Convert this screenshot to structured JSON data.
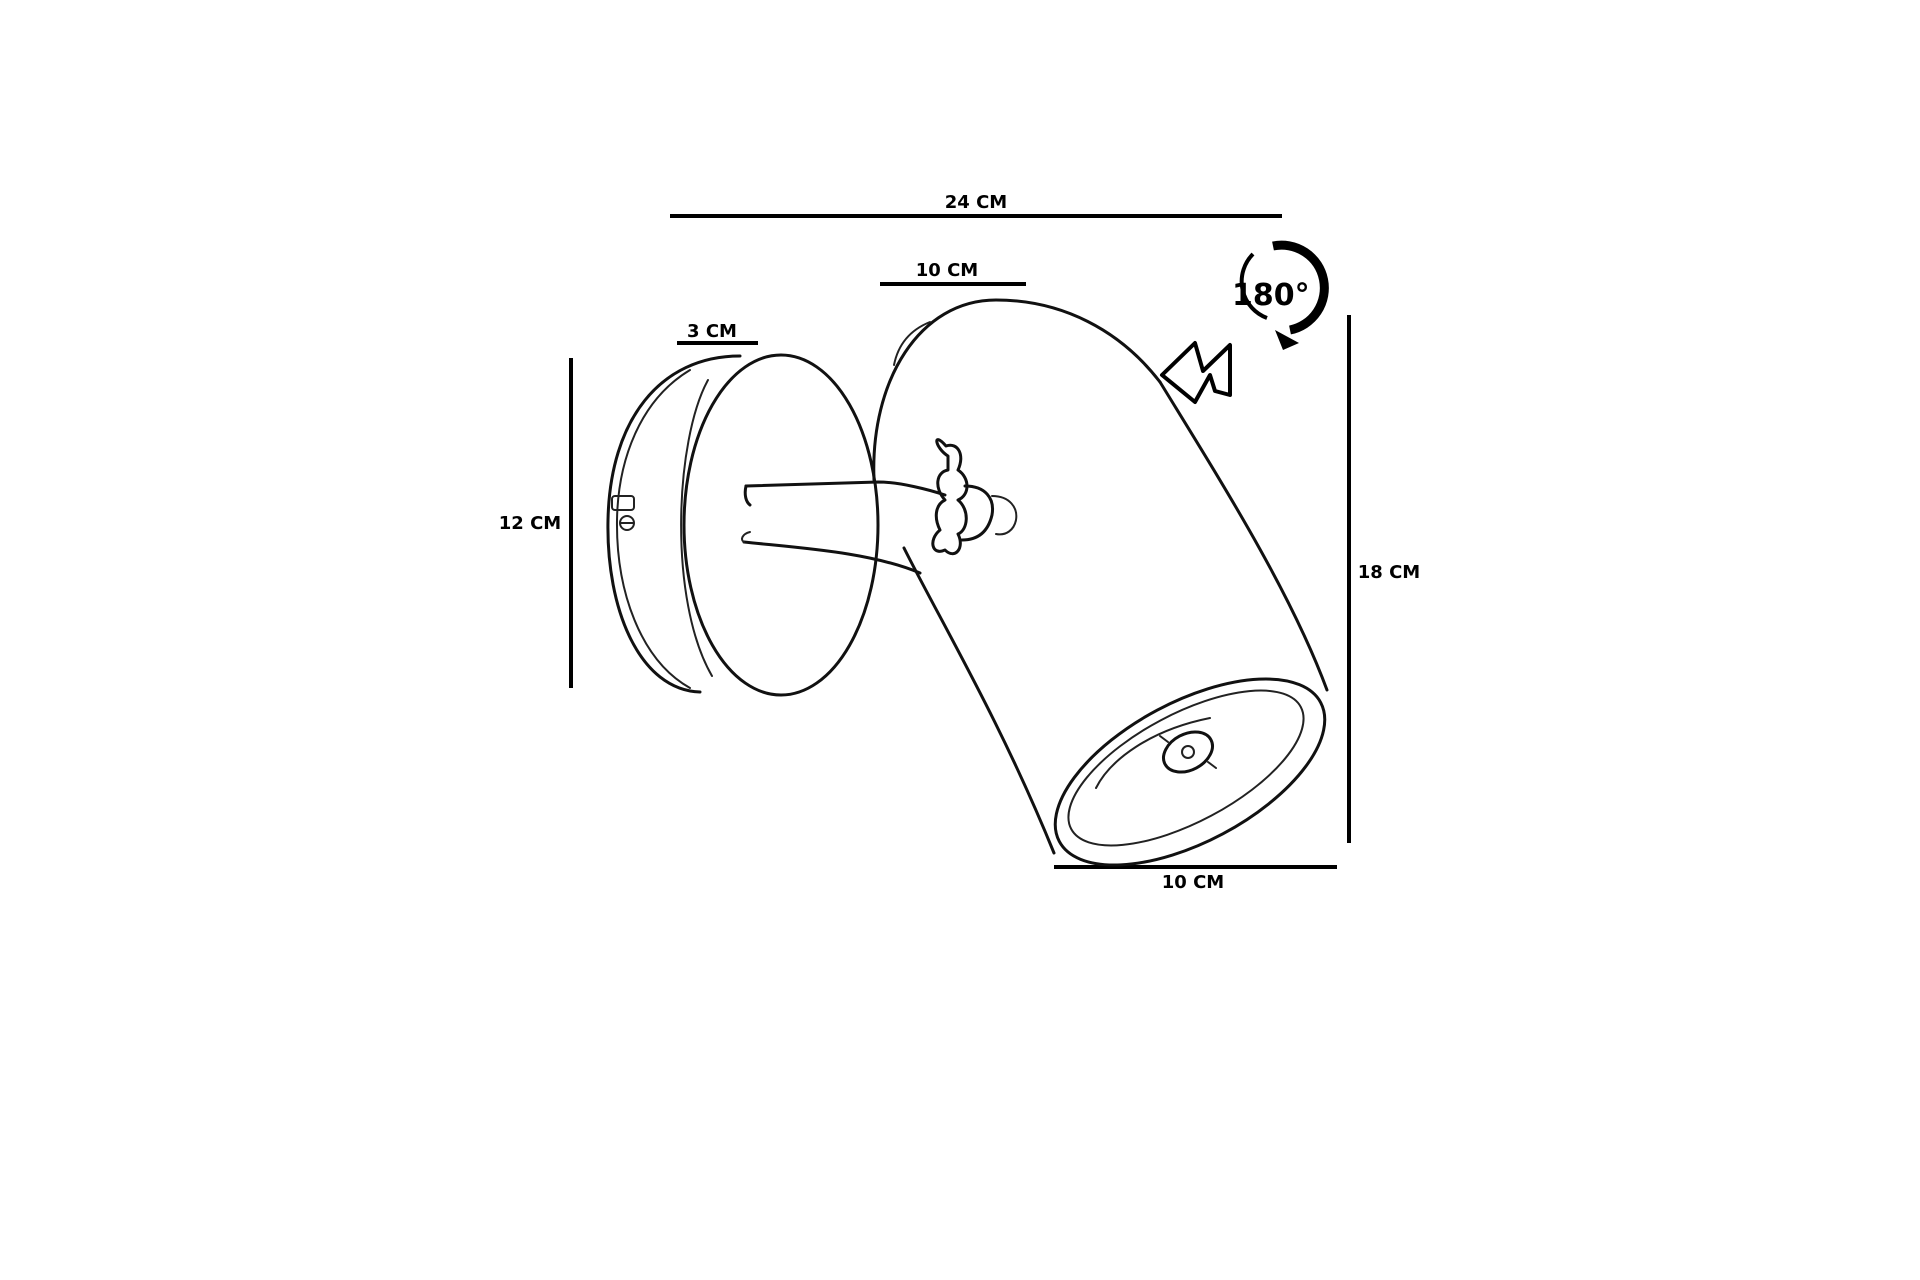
{
  "dimensions": {
    "total_width": "24 CM",
    "head_top_width": "10 CM",
    "base_depth": "3 CM",
    "base_height": "12 CM",
    "total_height": "18 CM",
    "head_bottom_width": "10 CM"
  },
  "rotation": {
    "label": "180°",
    "icon": "rotate-arrow-icon",
    "direction_icon": "direction-arrow-icon"
  },
  "colors": {
    "line": "#000000",
    "background": "#ffffff"
  }
}
